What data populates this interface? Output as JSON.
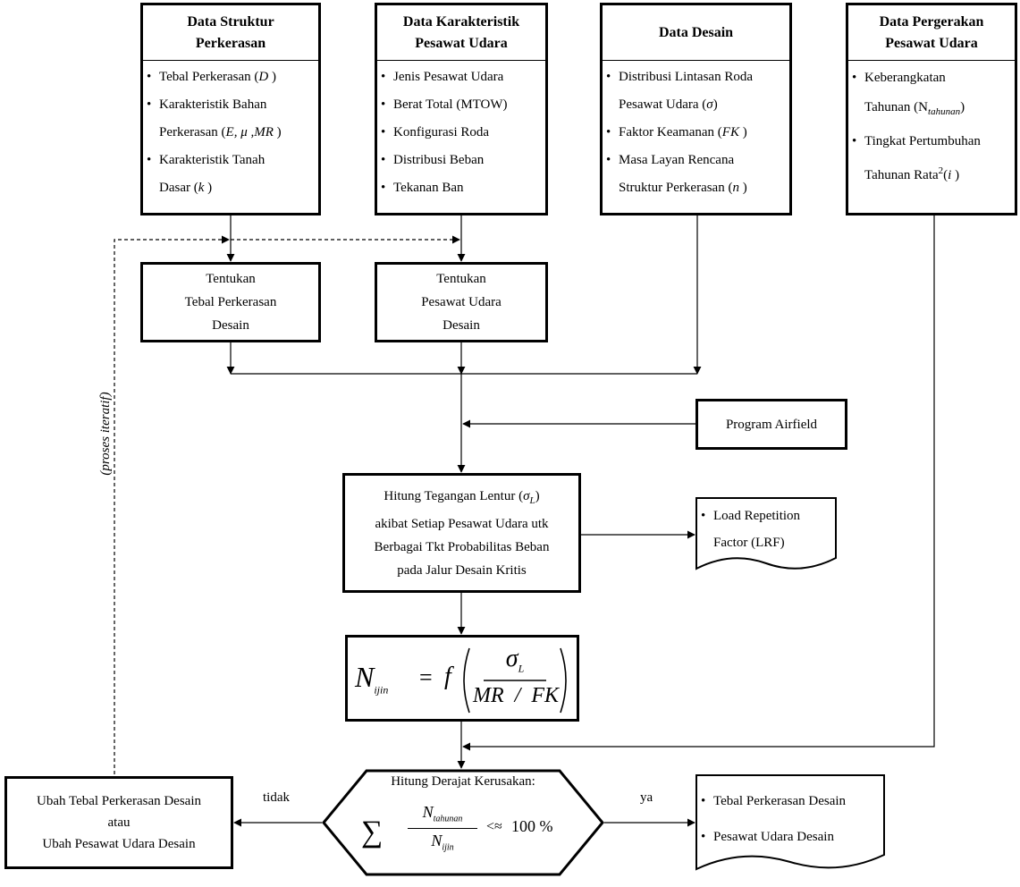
{
  "inputs": [
    {
      "key": "struktur",
      "title": [
        "Data Struktur",
        "Perkerasan"
      ],
      "items": [
        "Tebal Perkerasan (D )",
        "Karakteristik Bahan",
        "Perkerasan (E, μ ,MR )",
        "Karakteristik Tanah",
        "Dasar (k )"
      ],
      "bullets": [
        0,
        1,
        3
      ]
    },
    {
      "key": "karakteristik",
      "title": [
        "Data Karakteristik",
        "Pesawat Udara"
      ],
      "items": [
        "Jenis Pesawat Udara",
        "Berat Total (MTOW)",
        "Konfigurasi Roda",
        "Distribusi Beban",
        "Tekanan Ban"
      ],
      "bullets": [
        0,
        1,
        2,
        3,
        4
      ]
    },
    {
      "key": "desain",
      "title": [
        "Data Desain"
      ],
      "items": [
        "Distribusi Lintasan Roda",
        "Pesawat Udara (σ)",
        "Faktor Keamanan (FK )",
        "Masa Layan Rencana",
        "Struktur Perkerasan (n )"
      ],
      "bullets": [
        0,
        2,
        3
      ]
    },
    {
      "key": "pergerakan",
      "title": [
        "Data Pergerakan",
        "Pesawat Udara"
      ],
      "items": [
        "Keberangkatan",
        "Tahunan (N",
        "tahunan",
        ")",
        "Tingkat Pertumbuhan",
        "Tahunan Rata",
        "2",
        " (i )"
      ],
      "bullets": [
        0,
        1
      ]
    }
  ],
  "tentukan_tebal": [
    "Tentukan",
    "Tebal Perkerasan",
    "Desain"
  ],
  "tentukan_pesawat": [
    "Tentukan",
    "Pesawat Udara",
    "Desain"
  ],
  "program_airfield": "Program Airfield",
  "hitung_tegangan": [
    "Hitung Tegangan Lentur (σ",
    "L",
    ")",
    "akibat Setiap Pesawat Udara utk",
    "Berbagai Tkt Probabilitas Beban",
    "pada Jalur Desain Kritis"
  ],
  "lrf": [
    "Load Repetition",
    "Factor (LRF)"
  ],
  "formula": {
    "N": "N",
    "sub": "ijin",
    "eq": "=",
    "f": "f",
    "num": "σ",
    "num_sub": "L",
    "den": "MR  /  FK"
  },
  "derajat": {
    "title": "Hitung Derajat Kerusakan:",
    "sigma": "∑",
    "num": "N",
    "num_sub": "tahunan",
    "den": "N",
    "den_sub": "ijin",
    "rel": "<≈",
    "pct": "100 %"
  },
  "ubah": [
    "Ubah Tebal Perkerasan Desain",
    "atau",
    "Ubah Pesawat Udara Desain"
  ],
  "output": [
    "Tebal Perkerasan Desain",
    "Pesawat Udara Desain"
  ],
  "label_tidak": "tidak",
  "label_ya": "ya",
  "iteratif": "(proses iteratif)"
}
